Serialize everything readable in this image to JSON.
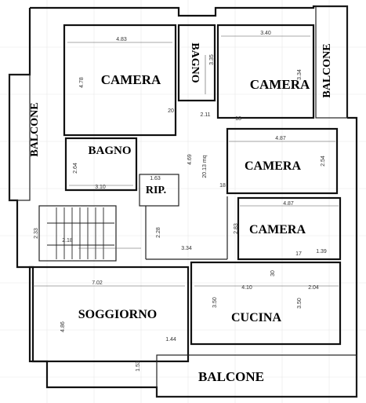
{
  "rooms": [
    {
      "id": "camera-1",
      "label": "CAMERA"
    },
    {
      "id": "bagno-top",
      "label": "BAGNO"
    },
    {
      "id": "camera-2",
      "label": "CAMERA"
    },
    {
      "id": "balcone-left",
      "label": "BALCONE"
    },
    {
      "id": "balcone-right",
      "label": "BALCONE"
    },
    {
      "id": "bagno-mid",
      "label": "BAGNO"
    },
    {
      "id": "rip",
      "label": "RIP."
    },
    {
      "id": "camera-3",
      "label": "CAMERA"
    },
    {
      "id": "camera-4",
      "label": "CAMERA"
    },
    {
      "id": "soggiorno",
      "label": "SOGGIORNO"
    },
    {
      "id": "cucina",
      "label": "CUCINA"
    },
    {
      "id": "balcone-bottom",
      "label": "BALCONE"
    }
  ],
  "dimensions": [
    "4.83",
    "4.78",
    "3.40",
    "3.34",
    "3.35",
    "20",
    "2.11",
    "18",
    "4.87",
    "2.54",
    "1.63",
    "2.64",
    "3.10",
    "4.69",
    "4.87",
    "18",
    "2.83",
    "2.33",
    "2.18",
    "2.28",
    "3.34",
    "17",
    "1.39",
    "30",
    "7.02",
    "4.10",
    "2.04",
    "3.50",
    "3.50",
    "4.86",
    "1.44",
    "1.53"
  ],
  "area_label": "20.13 mq"
}
